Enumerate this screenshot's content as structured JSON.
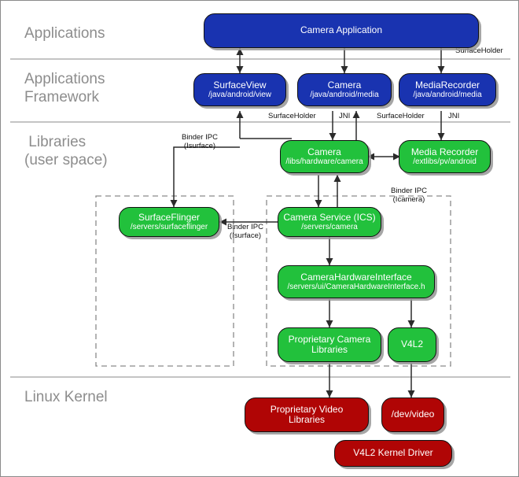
{
  "diagram": {
    "title": "Android Camera Architecture",
    "colors": {
      "application": "#1933b0",
      "library": "#22c13c",
      "kernel": "#b00505",
      "layer_label": "#8d8d8d",
      "divider": "#b0b0b0",
      "dashed_group": "#8a8a8a",
      "arrow": "#2b2b2b"
    }
  },
  "layers": [
    {
      "id": "applications",
      "label": "Applications"
    },
    {
      "id": "applications-framework",
      "label": "Applications\nFramework"
    },
    {
      "id": "libraries",
      "label": " Libraries\n(user space)"
    },
    {
      "id": "linux-kernel",
      "label": "Linux Kernel"
    }
  ],
  "nodes": {
    "camera_application": {
      "title": "Camera Application",
      "path": ""
    },
    "surfaceview": {
      "title": "SurfaceView",
      "path": "/java/android/view"
    },
    "camera_java": {
      "title": "Camera",
      "path": "/java/android/media"
    },
    "mediarecorder_java": {
      "title": "MediaRecorder",
      "path": "/java/android/media"
    },
    "camera_lib": {
      "title": "Camera",
      "path": "/libs/hardware/camera"
    },
    "media_recorder_lib": {
      "title": "Media Recorder",
      "path": "/extlibs/pv/android"
    },
    "surfaceflinger": {
      "title": "SurfaceFlinger",
      "path": "/servers/surfaceflinger"
    },
    "camera_service": {
      "title": "Camera Service (ICS)",
      "path": "/servers/camera"
    },
    "camera_hardware_interface": {
      "title": "CameraHardwareInterface",
      "path": "/servers/ui/CameraHardwareInterface.h"
    },
    "proprietary_camera_libraries": {
      "title": "Proprietary Camera",
      "path": "Libraries"
    },
    "v4l2": {
      "title": "V4L2",
      "path": ""
    },
    "proprietary_video_libraries": {
      "title": "Proprietary Video",
      "path": "Libraries"
    },
    "dev_video": {
      "title": "/dev/video",
      "path": ""
    },
    "v4l2_kernel_driver": {
      "title": "V4L2 Kernel Driver",
      "path": ""
    }
  },
  "edge_labels": {
    "surfaceholder_app": "SurfaceHolder",
    "surfaceholder_camera": "SurfaceHolder",
    "jni_camera": "JNI",
    "surfaceholder_mediarecorder": "SurfaceHolder",
    "jni_mediarecorder": "JNI",
    "binder_isurface_top": "Binder IPC\n(Isurface)",
    "binder_isurface_mid": "Binder IPC\n(Isurface)",
    "binder_icamera": "Binder IPC\n(Icamera)"
  }
}
